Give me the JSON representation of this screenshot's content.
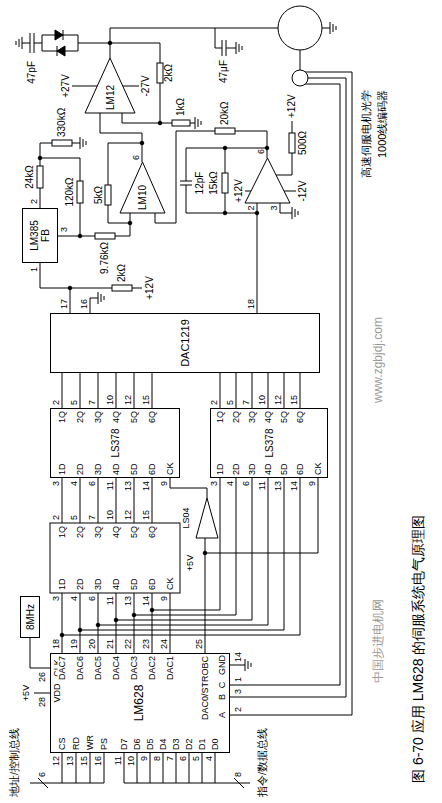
{
  "diagram": {
    "caption": "图 6-70  应用 LM628 的伺服系统电气原理图",
    "nodes": [
      {
        "text": [
          "LM628"
        ]
      },
      {
        "text": [
          "8MHz"
        ]
      },
      {
        "text": [
          "LS04"
        ]
      },
      {
        "text": [
          "LS378"
        ]
      },
      {
        "text": [
          "LS378"
        ]
      },
      {
        "text": [
          "DAC1219"
        ]
      },
      {
        "text": [
          "LM385",
          "FB"
        ]
      },
      {
        "text": [
          "LM10"
        ]
      },
      {
        "text": [
          "LM12"
        ]
      }
    ],
    "edges": [
      {
        "from": 0,
        "to": 1,
        "arrow": "none"
      },
      {
        "from": 0,
        "to": 2,
        "arrow": "none"
      },
      {
        "from": 2,
        "to": 3,
        "arrow": "none"
      },
      {
        "from": 3,
        "to": 5,
        "arrow": "none"
      },
      {
        "from": 4,
        "to": 5,
        "arrow": "none"
      },
      {
        "from": 5,
        "to": 6,
        "arrow": "none"
      },
      {
        "from": 7,
        "to": 8,
        "arrow": "none"
      }
    ],
    "labels": [
      "地址/控制总线",
      "6",
      "指令/数据总线",
      "8",
      "+5V",
      "CS",
      "12",
      "RD",
      "13",
      "WR",
      "15",
      "PS",
      "16",
      "D7",
      "11",
      "D6",
      "10",
      "D5",
      "9",
      "D4",
      "8",
      "D3",
      "7",
      "D2",
      "6",
      "D1",
      "5",
      "D0",
      "4",
      "VDD",
      "28",
      "CLK",
      "26",
      "DAC7",
      "18",
      "DAC6",
      "19",
      "DAC5",
      "20",
      "DAC4",
      "21",
      "DAC3",
      "22",
      "DAC2",
      "23",
      "DAC1",
      "24",
      "DAC0/STROBC",
      "25",
      "A",
      "2",
      "B",
      "3",
      "C",
      "1",
      "GND",
      "14",
      "1D",
      "3",
      "2D",
      "4",
      "3D",
      "6",
      "4D",
      "11",
      "5D",
      "13",
      "6D",
      "14",
      "CK",
      "9",
      "1Q",
      "2",
      "2Q",
      "5",
      "3Q",
      "7",
      "4Q",
      "10",
      "5Q",
      "12",
      "6Q",
      "15",
      "1D",
      "3",
      "2D",
      "4",
      "3D",
      "6",
      "4D",
      "11",
      "5D",
      "13",
      "6D",
      "14",
      "CK",
      "9",
      "1Q",
      "2",
      "2Q",
      "5",
      "3Q",
      "7",
      "4Q",
      "10",
      "5Q",
      "12",
      "6Q",
      "15",
      "1D",
      "3",
      "2D",
      "4",
      "3D",
      "6",
      "4D",
      "11",
      "5D",
      "13",
      "6D",
      "14",
      "CK",
      "9",
      "1Q",
      "2",
      "2Q",
      "5",
      "3Q",
      "7",
      "4Q",
      "10",
      "5Q",
      "12",
      "6Q",
      "15",
      "+5V",
      "17",
      "16",
      "18",
      "2kΩ",
      "+12V",
      "1",
      "2",
      "3",
      "24kΩ",
      "330kΩ",
      "120kΩ",
      "9.76kΩ",
      "5kΩ",
      "6",
      "20kΩ",
      "2",
      "3",
      "6",
      "15kΩ",
      "12pF",
      "+12V",
      "-12V",
      "500Ω",
      "+12V",
      "+27V",
      "-27V",
      "2kΩ",
      "1kΩ",
      "47pF",
      "47μF",
      "高速伺服电机光学",
      "1000线编码器",
      "中国步进电机网",
      "www.zgbjdj.com"
    ]
  }
}
